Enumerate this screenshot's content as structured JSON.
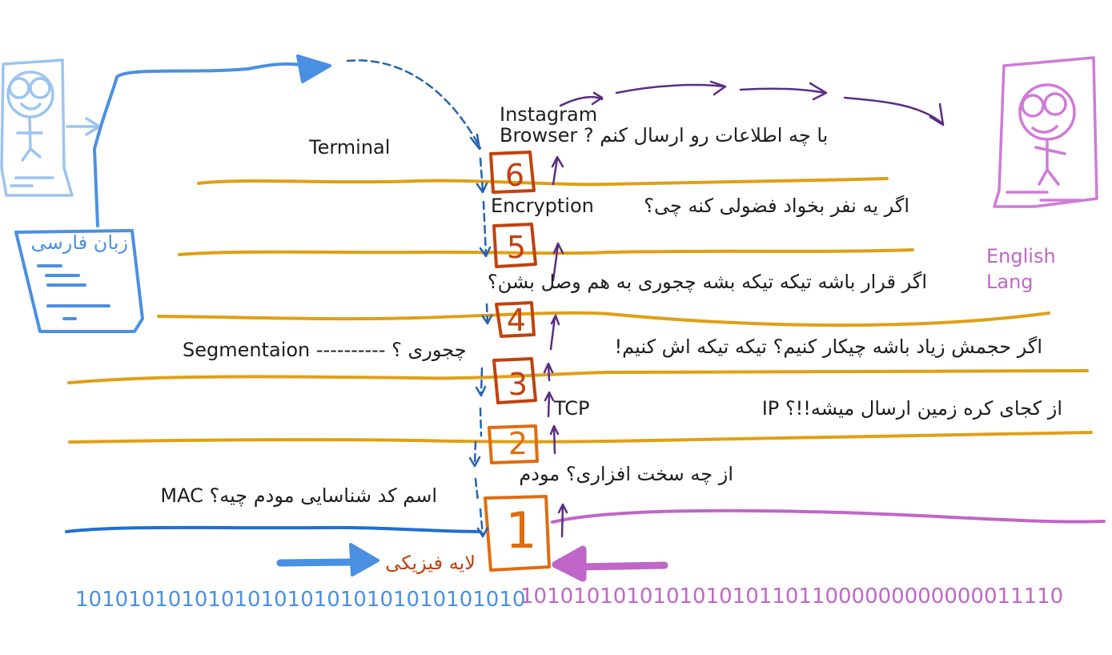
{
  "colors": {
    "layer_line": "#e0a015",
    "layer_box": "#c2410c",
    "layer_box_bottom": "#e06c10",
    "sender": "#4a90e2",
    "sender_light": "#9cc4f0",
    "sender_dark": "#1f6fd1",
    "down_arrows": "#2563b0",
    "up_arrows": "#5b2d82",
    "receiver": "#d07ad8",
    "receiver_line": "#c066c8",
    "text": "#1e1e1e"
  },
  "icons": {
    "sender_person": "person-sketch-icon",
    "receiver_person": "person-sketch-icon",
    "document": "document-icon"
  },
  "layers": [
    {
      "id": "layer-6",
      "number": "6"
    },
    {
      "id": "layer-5",
      "number": "5"
    },
    {
      "id": "layer-4",
      "number": "4"
    },
    {
      "id": "layer-3",
      "number": "3"
    },
    {
      "id": "layer-2",
      "number": "2"
    },
    {
      "id": "layer-1",
      "number": "1"
    }
  ],
  "labels": {
    "terminal": "Terminal",
    "instagram": "Instagram",
    "browser_question": "Browser ? با چه اطلاعات رو ارسال کنم",
    "encryption": "Encryption",
    "encryption_question": "اگر یه نفر بخواد فضولی کنه چی؟",
    "reassemble_question": "اگر قرار باشه تیکه تیکه بشه چجوری به هم وصل بشن؟",
    "segmentation": "Segmentaion ---------- چجوری ؟",
    "split_question": "اگر حجمش زیاد باشه چیکار کنیم؟ تیکه تیکه اش کنیم!",
    "tcp": "TCP",
    "ip_question": "از کجای کره زمین ارسال میشه!!؟ IP",
    "hardware_question": "از چه سخت افزاری؟ مودم",
    "mac_question": "اسم کد شناسایی مودم چیه؟ MAC",
    "physical_layer": "لایه فیزیکی",
    "sender_language": "زبان فارسی",
    "receiver_language": "English Lang"
  },
  "bitstreams": {
    "sender": "1010101010101010101010101010101010",
    "receiver": "10101010101010101011011000000000000011110"
  }
}
